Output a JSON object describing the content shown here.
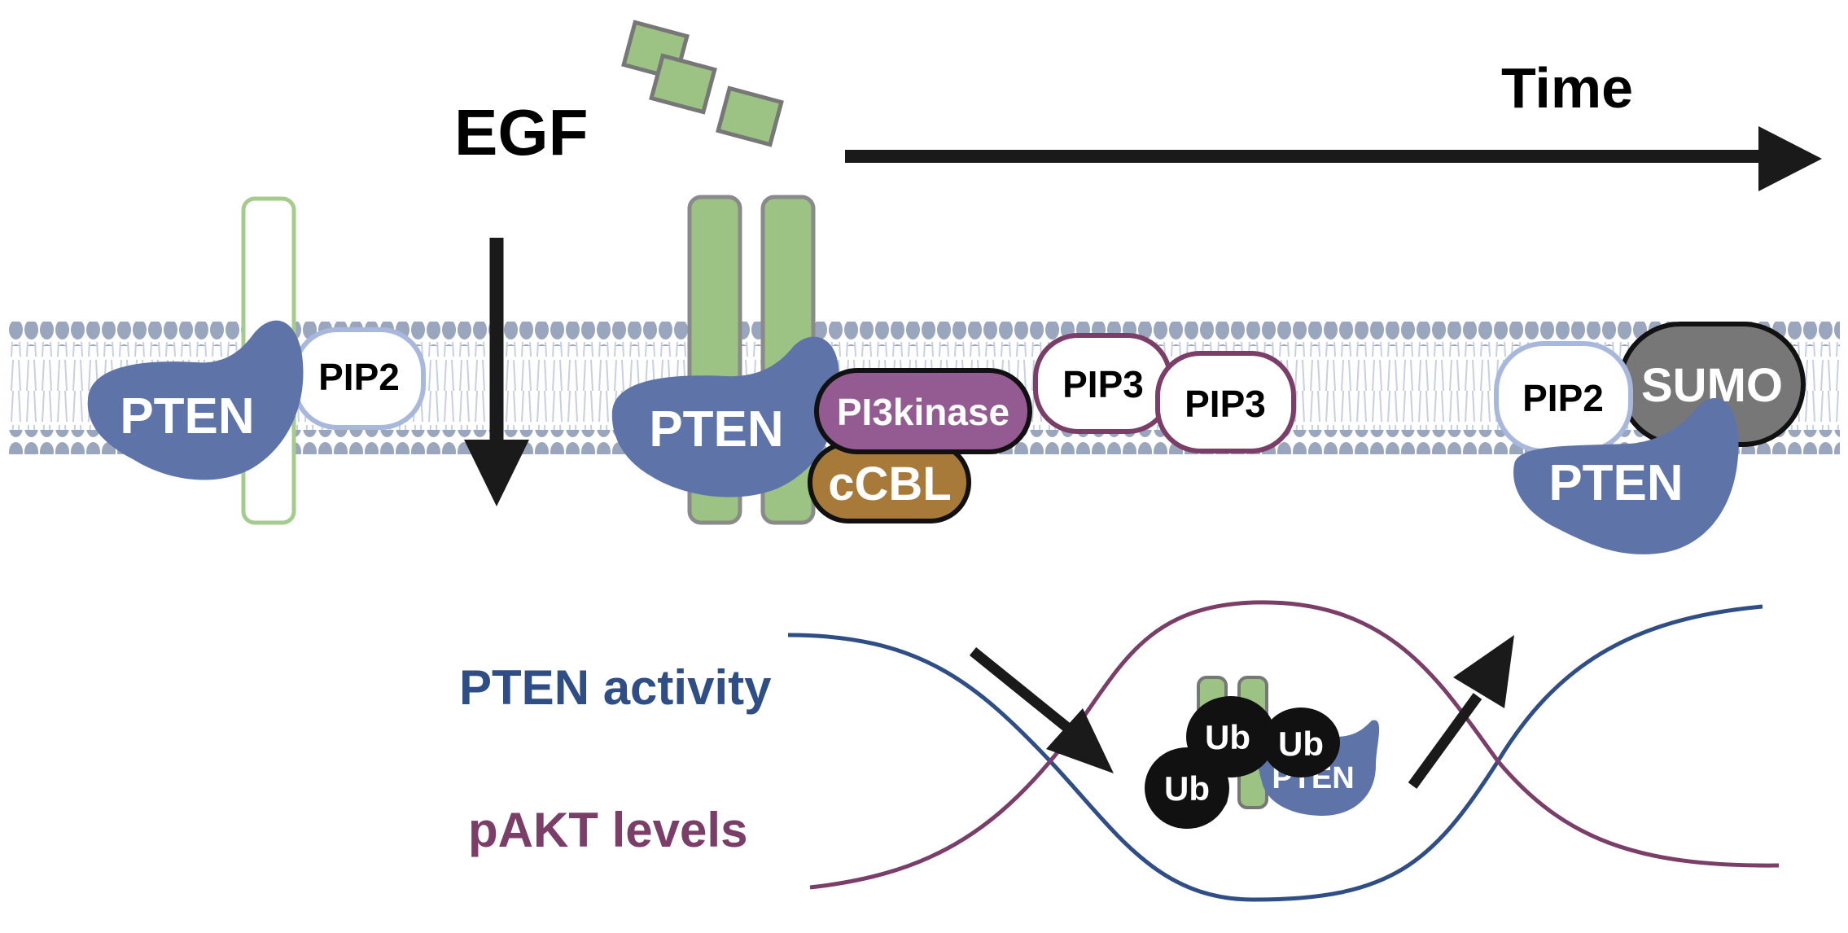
{
  "labels": {
    "time": "Time",
    "egf": "EGF",
    "pten_activity": "PTEN activity",
    "pakt_levels": "pAKT levels"
  },
  "molecules": {
    "pten_1": "PTEN",
    "pip2_1": "PIP2",
    "pten_2": "PTEN",
    "pi3kinase": "PI3kinase",
    "ccbl": "cCBL",
    "pip3_1": "PIP3",
    "pip3_2": "PIP3",
    "pip2_2": "PIP2",
    "sumo": "SUMO",
    "pten_3": "PTEN",
    "ub_1": "Ub",
    "ub_2": "Ub",
    "ub_3": "Ub",
    "pten_4": "PTEN"
  },
  "colors": {
    "pten": "#5e74a8",
    "receptor_green": "#9dc384",
    "receptor_outline": "#8a8a8a",
    "pip2_outline": "#a8b8dc",
    "pip3_outline": "#7a3e68",
    "pi3kinase": "#935b92",
    "ccbl": "#a87a3a",
    "sumo": "#777777",
    "membrane_head": "#9aa6be",
    "pten_activity_curve": "#2f4e86",
    "pakt_curve": "#7a3e68",
    "arrow": "#1a1a1a"
  }
}
